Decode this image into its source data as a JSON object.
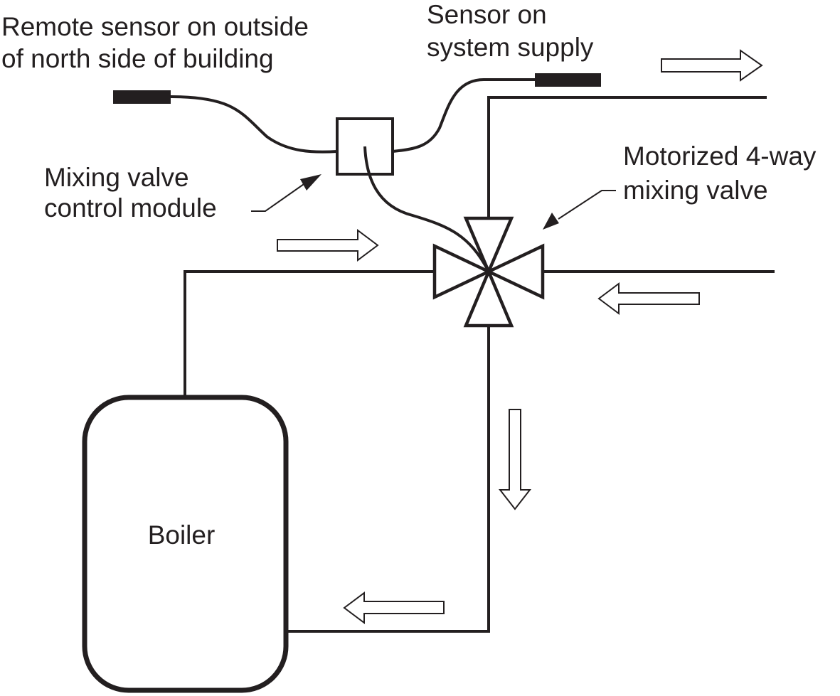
{
  "diagram": {
    "title": "",
    "labels": {
      "remote_sensor": [
        "Remote sensor on outside",
        "of north side of building"
      ],
      "supply_sensor": [
        "Sensor on",
        "system supply"
      ],
      "control_module": [
        "Mixing valve",
        "control module"
      ],
      "mixing_valve": [
        "Motorized 4-way",
        "mixing valve"
      ],
      "boiler": "Boiler"
    },
    "components": [
      {
        "id": "remote-sensor",
        "type": "temperature-sensor",
        "label": "Remote sensor on outside of north side of building"
      },
      {
        "id": "supply-sensor",
        "type": "temperature-sensor",
        "label": "Sensor on system supply"
      },
      {
        "id": "control-module",
        "type": "controller",
        "label": "Mixing valve control module"
      },
      {
        "id": "mixing-valve",
        "type": "4-way-valve",
        "label": "Motorized 4-way mixing valve"
      },
      {
        "id": "boiler",
        "type": "boiler",
        "label": "Boiler"
      }
    ],
    "connections": [
      {
        "from": "remote-sensor",
        "to": "control-module",
        "kind": "wire"
      },
      {
        "from": "supply-sensor",
        "to": "control-module",
        "kind": "wire"
      },
      {
        "from": "control-module",
        "to": "mixing-valve",
        "kind": "wire"
      },
      {
        "from": "boiler",
        "to": "mixing-valve",
        "kind": "pipe",
        "flow": "right"
      },
      {
        "from": "mixing-valve",
        "to": "system-supply",
        "kind": "pipe",
        "flow": "right"
      },
      {
        "from": "system-return",
        "to": "mixing-valve",
        "kind": "pipe",
        "flow": "left"
      },
      {
        "from": "mixing-valve",
        "to": "boiler",
        "kind": "pipe",
        "flow": "down-then-left"
      }
    ],
    "flow_arrows": [
      "right",
      "right",
      "left",
      "down",
      "left"
    ]
  }
}
